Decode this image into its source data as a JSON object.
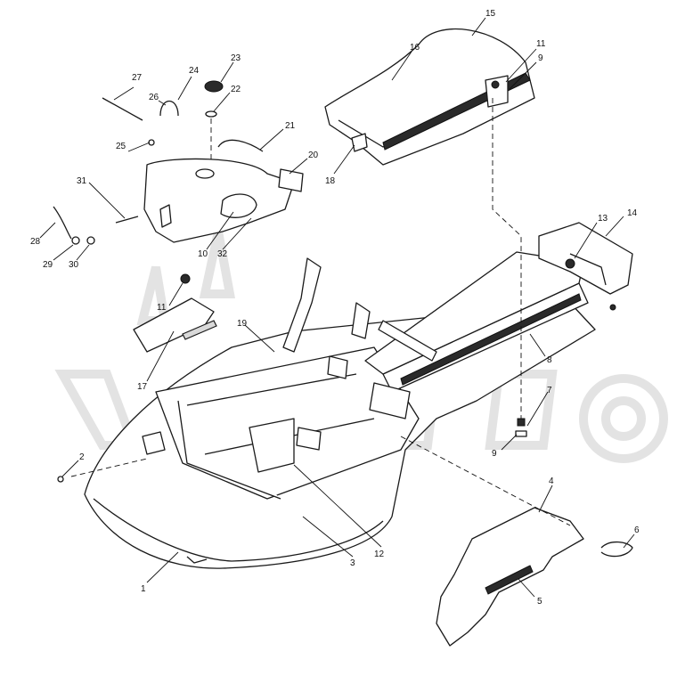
{
  "callouts": [
    {
      "id": "c1",
      "label": "1"
    },
    {
      "id": "c2",
      "label": "2"
    },
    {
      "id": "c3",
      "label": "3"
    },
    {
      "id": "c4",
      "label": "4"
    },
    {
      "id": "c5",
      "label": "5"
    },
    {
      "id": "c6",
      "label": "6"
    },
    {
      "id": "c7",
      "label": "7"
    },
    {
      "id": "c8",
      "label": "8"
    },
    {
      "id": "c9a",
      "label": "9"
    },
    {
      "id": "c9b",
      "label": "9"
    },
    {
      "id": "c10",
      "label": "10"
    },
    {
      "id": "c11a",
      "label": "11"
    },
    {
      "id": "c11b",
      "label": "11"
    },
    {
      "id": "c12",
      "label": "12"
    },
    {
      "id": "c13",
      "label": "13"
    },
    {
      "id": "c14",
      "label": "14"
    },
    {
      "id": "c15",
      "label": "15"
    },
    {
      "id": "c16",
      "label": "16"
    },
    {
      "id": "c17",
      "label": "17"
    },
    {
      "id": "c18",
      "label": "18"
    },
    {
      "id": "c19",
      "label": "19"
    },
    {
      "id": "c20",
      "label": "20"
    },
    {
      "id": "c21",
      "label": "21"
    },
    {
      "id": "c22",
      "label": "22"
    },
    {
      "id": "c23",
      "label": "23"
    },
    {
      "id": "c24",
      "label": "24"
    },
    {
      "id": "c25",
      "label": "25"
    },
    {
      "id": "c26",
      "label": "26"
    },
    {
      "id": "c27",
      "label": "27"
    },
    {
      "id": "c28",
      "label": "28"
    },
    {
      "id": "c29",
      "label": "29"
    },
    {
      "id": "c30",
      "label": "30"
    },
    {
      "id": "c31",
      "label": "31"
    },
    {
      "id": "c32",
      "label": "32"
    }
  ]
}
